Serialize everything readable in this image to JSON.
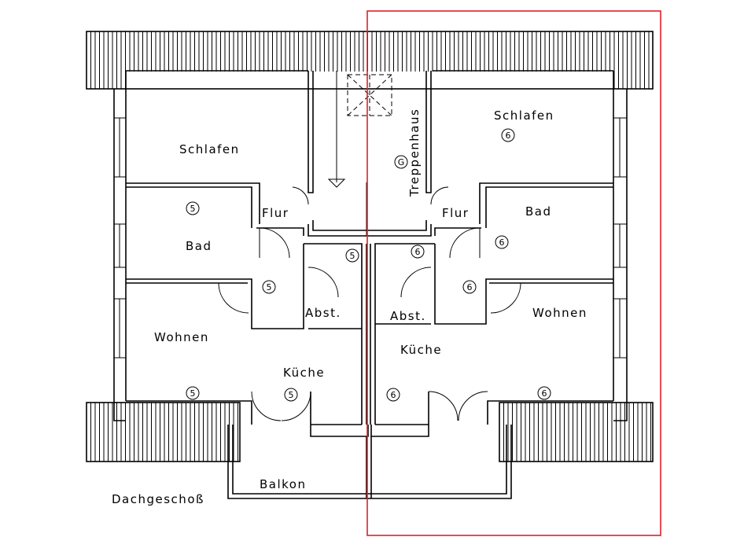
{
  "title": "Dachgeschoß",
  "stair_label": "Treppenhaus",
  "stair_marker": "G",
  "highlight_color": "#e0202a",
  "line_color": "#000000",
  "rooms": [
    {
      "id": "schlafen-left",
      "label": "Schlafen"
    },
    {
      "id": "schlafen-right",
      "label": "Schlafen"
    },
    {
      "id": "bad-left",
      "label": "Bad"
    },
    {
      "id": "bad-right",
      "label": "Bad"
    },
    {
      "id": "flur-left",
      "label": "Flur"
    },
    {
      "id": "flur-right",
      "label": "Flur"
    },
    {
      "id": "abst-left",
      "label": "Abst."
    },
    {
      "id": "abst-right",
      "label": "Abst."
    },
    {
      "id": "wohnen-left",
      "label": "Wohnen"
    },
    {
      "id": "wohnen-right",
      "label": "Wohnen"
    },
    {
      "id": "kueche-left",
      "label": "Küche"
    },
    {
      "id": "kueche-right",
      "label": "Küche"
    },
    {
      "id": "balkon",
      "label": "Balkon"
    }
  ],
  "unit_markers": {
    "left": "5",
    "right": "6"
  }
}
